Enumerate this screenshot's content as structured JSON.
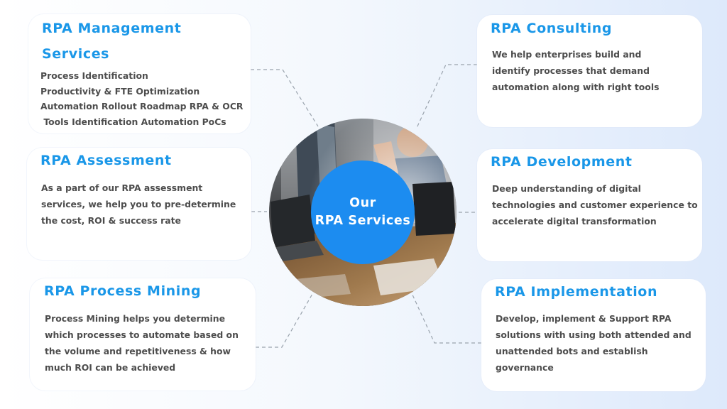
{
  "center": {
    "line1": "Our",
    "line2": "RPA Services"
  },
  "cards": {
    "management": {
      "title_line1": "RPA Management",
      "title_line2": "Services",
      "lines": [
        "Process Identification",
        "Productivity & FTE Optimization",
        "Automation Rollout Roadmap RPA & OCR",
        " Tools Identification Automation PoCs"
      ]
    },
    "assessment": {
      "title": "RPA Assessment",
      "body": "As a part of our RPA assessment services, we help you to pre-determine the cost, ROI & success rate"
    },
    "process_mining": {
      "title": "RPA Process Mining",
      "body": "Process Mining helps you determine which processes to automate based on the volume and repetitiveness & how much ROI can be achieved"
    },
    "consulting": {
      "title": "RPA Consulting",
      "body": "We help enterprises build and identify processes that demand automation along with right tools"
    },
    "development": {
      "title": "RPA Development",
      "body": "Deep understanding of digital technologies and customer experience to accelerate digital transformation"
    },
    "implementation": {
      "title": "RPA Implementation",
      "body": "Develop, implement & Support RPA solutions with using both attended and unattended bots and establish governance"
    }
  },
  "colors": {
    "accent_blue": "#1a97e8",
    "center_circle": "#1c8cf0",
    "body_text": "#4d4d4d",
    "connector": "#9aa3ad"
  }
}
